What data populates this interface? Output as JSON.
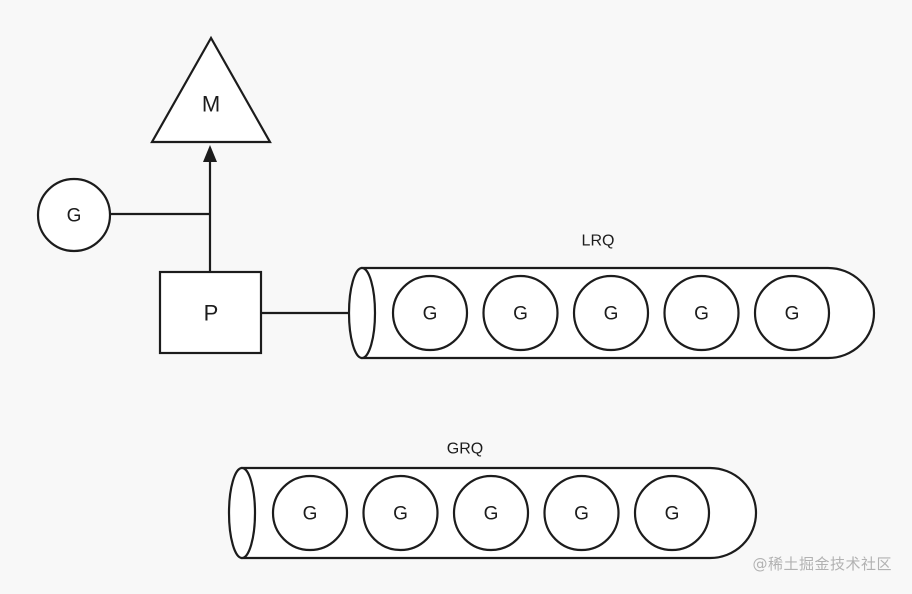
{
  "machine": {
    "label": "M"
  },
  "processor": {
    "label": "P"
  },
  "goroutine": {
    "label": "G"
  },
  "local_run_queue": {
    "label": "LRQ",
    "items": [
      "G",
      "G",
      "G",
      "G",
      "G"
    ]
  },
  "global_run_queue": {
    "label": "GRQ",
    "items": [
      "G",
      "G",
      "G",
      "G",
      "G"
    ]
  },
  "watermark": {
    "text": "@稀土掘金技术社区"
  }
}
